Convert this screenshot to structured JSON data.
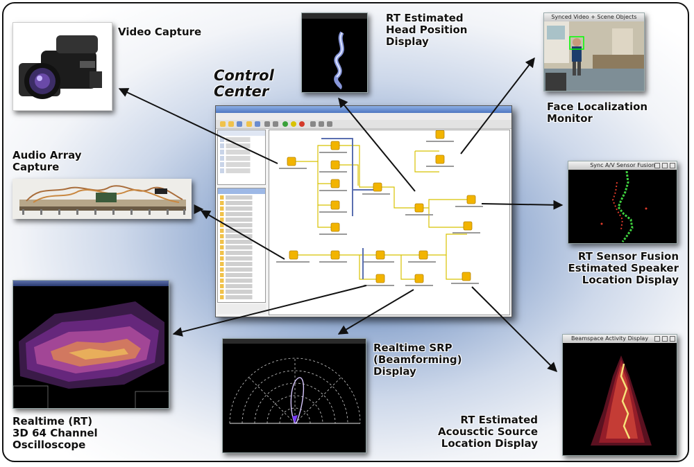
{
  "labels": {
    "video_capture": "Video Capture",
    "head_position": "RT Estimated\nHead Position\nDisplay",
    "face_localization": "Face Localization\nMonitor",
    "control_center": "Control\nCenter",
    "audio_array": "Audio Array\nCapture",
    "sensor_fusion": "RT Sensor Fusion\nEstimated Speaker\nLocation Display",
    "realtime_srp": "Realtime SRP\n(Beamforming)\nDisplay",
    "oscilloscope": "Realtime (RT)\n3D 64 Channel\nOscilloscope",
    "acoustic_source": "RT Estimated\nAcousctic Source\nLocation Display"
  },
  "windows": {
    "sensor_fusion_title": "Sync A/V Sensor Fusion",
    "beamspace_title": "Beamspace Activity Display",
    "face_title": "Synced Video + Scene Objects"
  },
  "colors": {
    "arrow": "#111111",
    "node": "#f2b400",
    "wire_yellow": "#d8c200",
    "wire_blue": "#5a6fb0"
  }
}
